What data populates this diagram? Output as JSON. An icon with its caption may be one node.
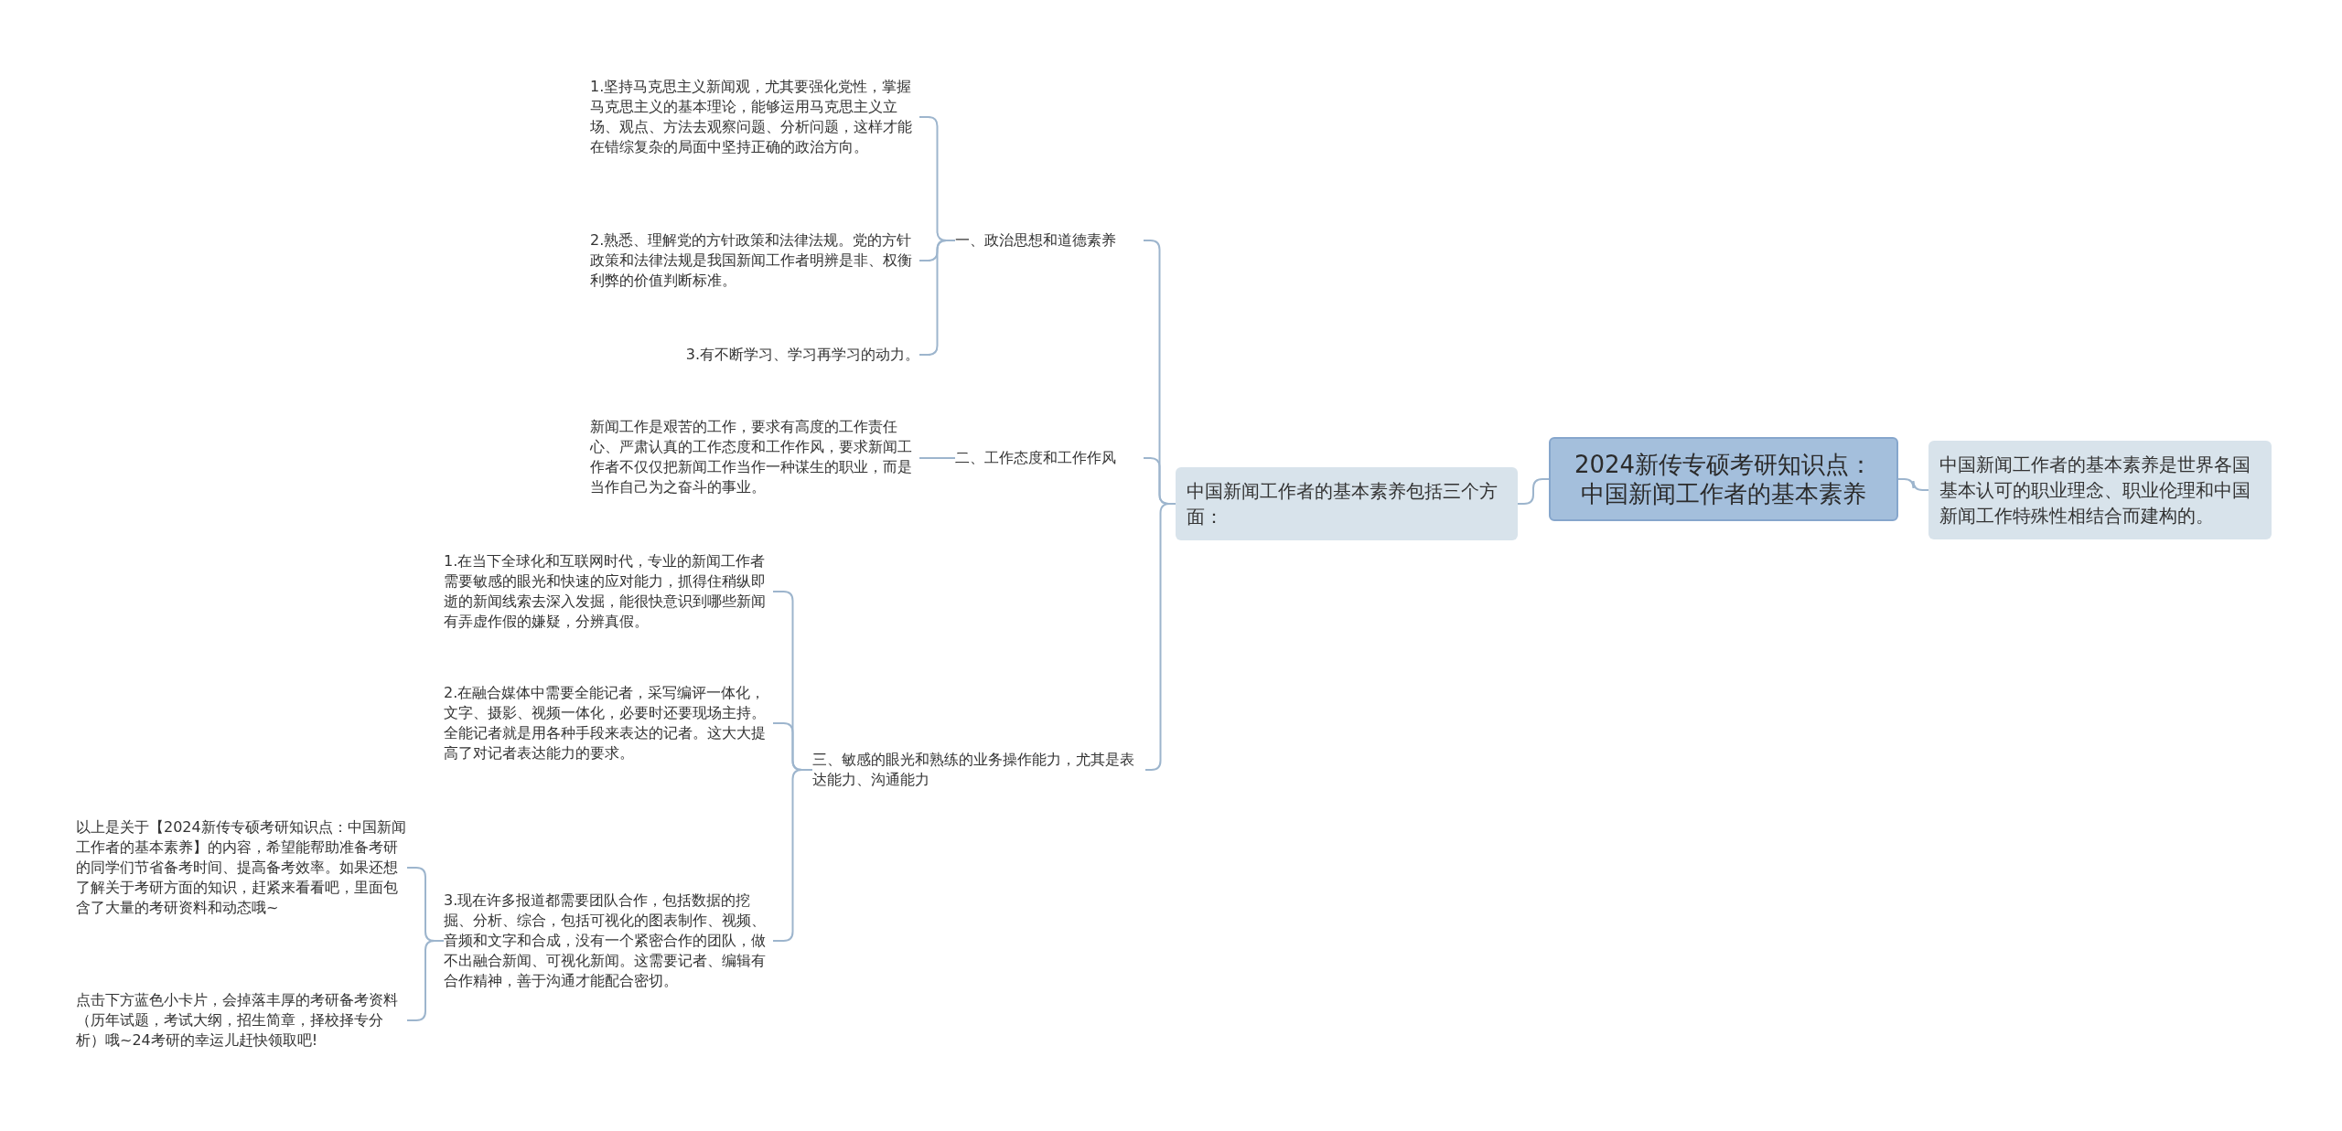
{
  "diagram": {
    "nodes": [
      {
        "text": [
          "2024新传专硕考研知识点：中国新闻工作者的基本素养"
        ]
      },
      {
        "text": [
          "中国新闻工作者的基本素养是世界各国基本认可的职业理念、职业伦理和中国新闻工作特殊性相结合而建构的。"
        ]
      },
      {
        "text": [
          "中国新闻工作者的基本素养包括三个方面："
        ]
      },
      {
        "text": [
          "一、政治思想和道德素养"
        ]
      },
      {
        "text": [
          "1.坚持马克思主义新闻观，尤其要强化党性，掌握马克思主义的基本理论，能够运用马克思主义立场、观点、方法去观察问题、分析问题，这样才能在错综复杂的局面中坚持正确的政治方向。"
        ]
      },
      {
        "text": [
          "2.熟悉、理解党的方针政策和法律法规。党的方针政策和法律法规是我国新闻工作者明辨是非、权衡利弊的价值判断标准。"
        ]
      },
      {
        "text": [
          "3.有不断学习、学习再学习的动力。"
        ]
      },
      {
        "text": [
          "二、工作态度和工作作风"
        ]
      },
      {
        "text": [
          "新闻工作是艰苦的工作，要求有高度的工作责任心、严肃认真的工作态度和工作作风，要求新闻工作者不仅仅把新闻工作当作一种谋生的职业，而是当作自己为之奋斗的事业。"
        ]
      },
      {
        "text": [
          "三、敏感的眼光和熟练的业务操作能力，尤其是表达能力、沟通能力"
        ]
      },
      {
        "text": [
          "1.在当下全球化和互联网时代，专业的新闻工作者需要敏感的眼光和快速的应对能力，抓得住稍纵即逝的新闻线索去深入发掘，能很快意识到哪些新闻有弄虚作假的嫌疑，分辨真假。"
        ]
      },
      {
        "text": [
          "2.在融合媒体中需要全能记者，采写编评一体化，文字、摄影、视频一体化，必要时还要现场主持。全能记者就是用各种手段来表达的记者。这大大提高了对记者表达能力的要求。"
        ]
      },
      {
        "text": [
          "3.现在许多报道都需要团队合作，包括数据的挖掘、分析、综合，包括可视化的图表制作、视频、音频和文字和合成，没有一个紧密合作的团队，做不出融合新闻、可视化新闻。这需要记者、编辑有合作精神，善于沟通才能配合密切。"
        ]
      },
      {
        "text": [
          "以上是关于【2024新传专硕考研知识点：中国新闻工作者的基本素养】的内容，希望能帮助准备考研的同学们节省备考时间、提高备考效率。如果还想了解关于考研方面的知识，赶紧来看看吧，里面包含了大量的考研资料和动态哦~"
        ]
      },
      {
        "text": [
          "点击下方蓝色小卡片，会掉落丰厚的考研备考资料（历年试题，考试大纲，招生简章，择校择专分析）哦~24考研的幸运儿赶快领取吧!"
        ]
      }
    ],
    "edges": [
      {
        "from": 0,
        "to": 1,
        "arrow": "none"
      },
      {
        "from": 0,
        "to": 2,
        "arrow": "none"
      },
      {
        "from": 2,
        "to": 3,
        "arrow": "none"
      },
      {
        "from": 2,
        "to": 7,
        "arrow": "none"
      },
      {
        "from": 2,
        "to": 9,
        "arrow": "none"
      },
      {
        "from": 3,
        "to": 4,
        "arrow": "none"
      },
      {
        "from": 3,
        "to": 5,
        "arrow": "none"
      },
      {
        "from": 3,
        "to": 6,
        "arrow": "none"
      },
      {
        "from": 7,
        "to": 8,
        "arrow": "none"
      },
      {
        "from": 9,
        "to": 10,
        "arrow": "none"
      },
      {
        "from": 9,
        "to": 11,
        "arrow": "none"
      },
      {
        "from": 9,
        "to": 12,
        "arrow": "none"
      },
      {
        "from": 12,
        "to": 13,
        "arrow": "none"
      },
      {
        "from": 12,
        "to": 14,
        "arrow": "none"
      }
    ]
  }
}
